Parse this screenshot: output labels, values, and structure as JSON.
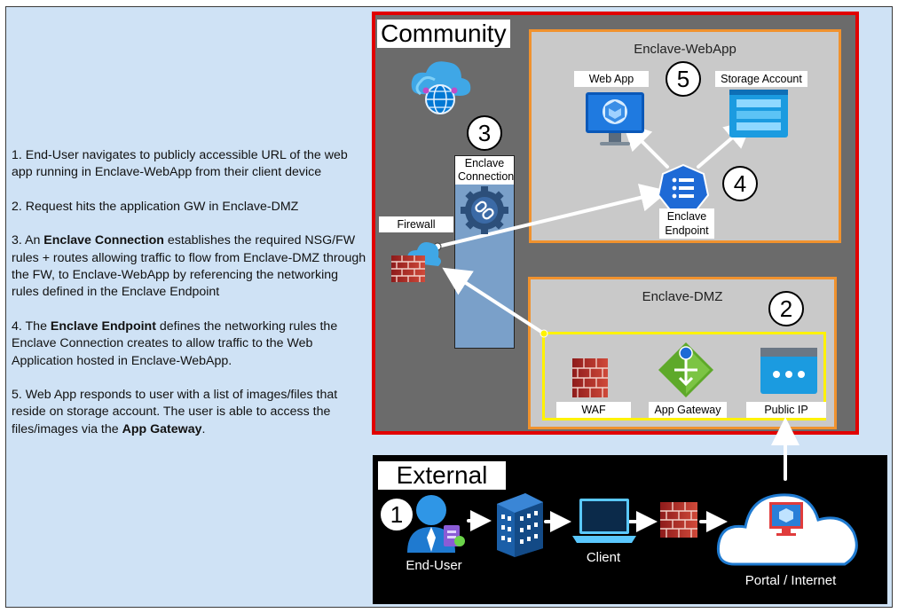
{
  "description": {
    "step1": "1. End-User navigates to publicly accessible URL of the web app running in Enclave-WebApp from their client device",
    "step2": "2. Request hits the application GW in Enclave-DMZ",
    "step3_prefix": "3. An ",
    "step3_bold": "Enclave Connection",
    "step3_suffix": " establishes the required NSG/FW rules + routes allowing traffic to flow from Enclave-DMZ through the FW, to Enclave-WebApp by referencing the networking rules defined in the Enclave Endpoint",
    "step4_prefix": "4. The ",
    "step4_bold": "Enclave Endpoint",
    "step4_suffix": " defines the networking rules the Enclave Connection creates to allow traffic to the Web Application hosted in Enclave-WebApp.",
    "step5_prefix": "5. Web App responds to user with a list of images/files that reside on storage account. The user is able to access the files/images via the ",
    "step5_bold": "App Gateway",
    "step5_suffix": "."
  },
  "community": {
    "title": "Community",
    "firewall_label": "Firewall",
    "connection_label": "Enclave Connection"
  },
  "webapp_zone": {
    "title": "Enclave-WebApp",
    "web_app_label": "Web App",
    "storage_label": "Storage Account",
    "endpoint_label": "Enclave Endpoint"
  },
  "dmz_zone": {
    "title": "Enclave-DMZ",
    "waf_label": "WAF",
    "gateway_label": "App Gateway",
    "public_ip_label": "Public IP"
  },
  "external": {
    "title": "External",
    "end_user_label": "End-User",
    "client_label": "Client",
    "portal_label": "Portal / Internet"
  },
  "numbers": [
    "1",
    "2",
    "3",
    "4",
    "5"
  ],
  "colors": {
    "background": "#cfe2f5",
    "community_border": "#e10000",
    "zone_border": "#f0922e",
    "dmz_inner_border": "#fff200",
    "connection_column": "#7aa0c9",
    "azure_blue": "#1a73d9"
  }
}
